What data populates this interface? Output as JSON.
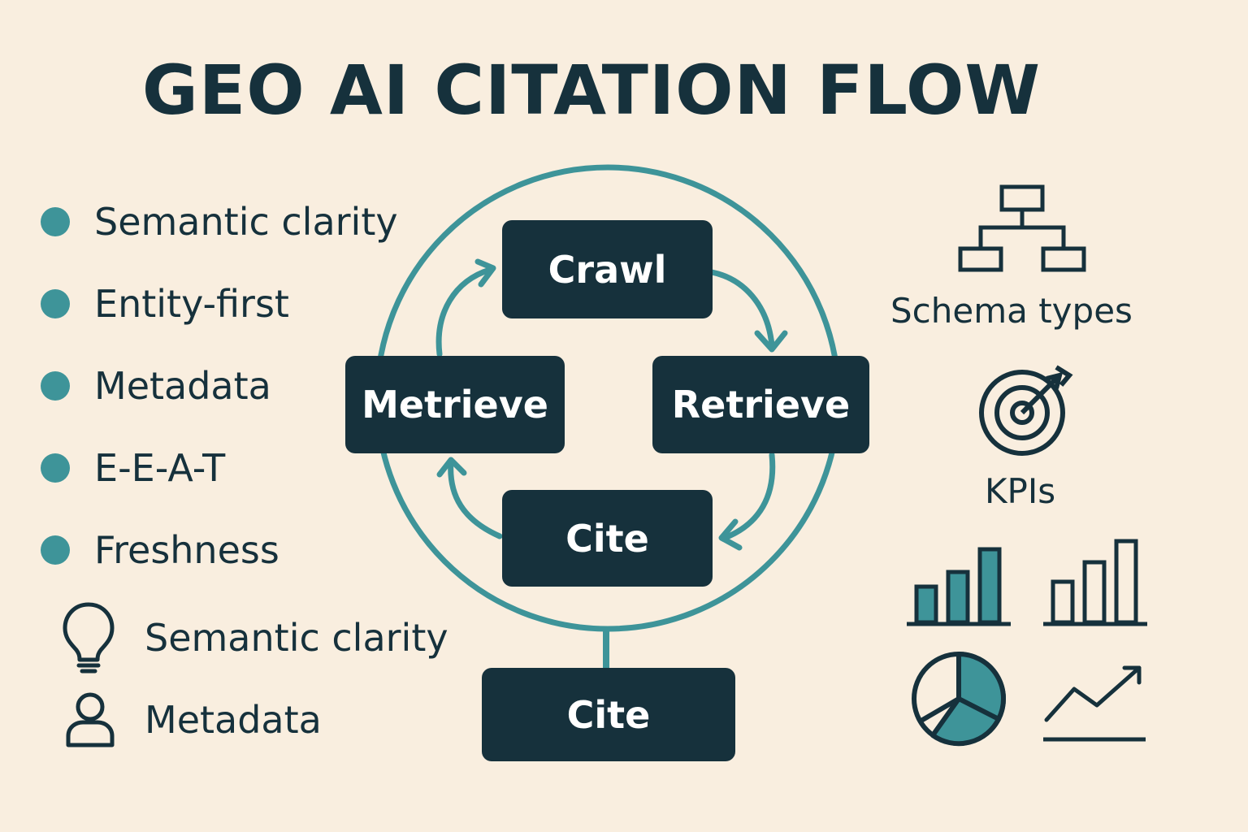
{
  "title": "GEO AI CITATION FLOW",
  "bullets": [
    {
      "label": "Semantic clarity"
    },
    {
      "label": "Entity-first"
    },
    {
      "label": "Metadata"
    },
    {
      "label": "E-E-A-T"
    },
    {
      "label": "Freshness"
    }
  ],
  "icon_items": [
    {
      "label": "Semantic clarity",
      "icon": "lightbulb-icon"
    },
    {
      "label": "Metadata",
      "icon": "person-icon"
    }
  ],
  "flow": {
    "crawl": "Crawl",
    "retrieve": "Retrieve",
    "cite_loop": "Cite",
    "metrieve": "Metrieve",
    "cite_output": "Cite"
  },
  "right_panel": {
    "schema_label": "Schema types",
    "kpi_label": "KPIs"
  },
  "colors": {
    "background": "#f9eedf",
    "dark": "#16313c",
    "teal": "#3e9499"
  }
}
